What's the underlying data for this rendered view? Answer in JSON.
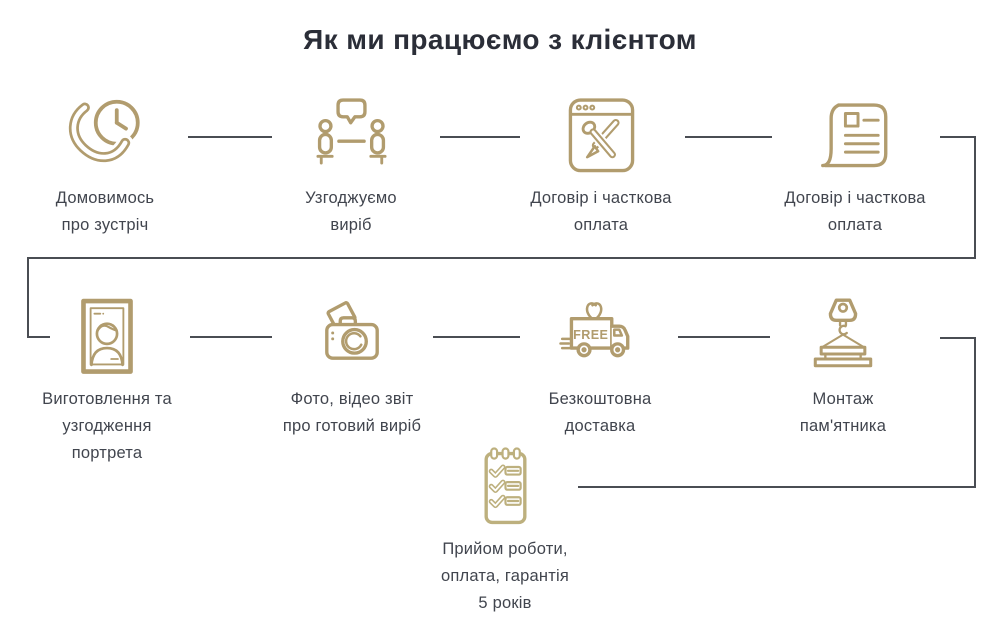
{
  "title": "Як ми працюємо з клієнтом",
  "colors": {
    "gold": "#b19c6e",
    "gold_light": "#bdb07e",
    "line": "#4a4d53",
    "text": "#41454e",
    "title": "#2b2e38"
  },
  "steps": [
    {
      "label": "Домовимось про зустріч",
      "icon": "phone-clock-icon"
    },
    {
      "label": "Узгоджуємо виріб",
      "icon": "meeting-icon"
    },
    {
      "label": "Договір і часткова оплата",
      "icon": "design-browser-icon"
    },
    {
      "label": "Договір і часткова оплата",
      "icon": "newspaper-icon"
    },
    {
      "label": "Виготовлення та узгодження портрета",
      "icon": "portrait-icon"
    },
    {
      "label": "Фото, відео звіт про готовий виріб",
      "icon": "camera-icon"
    },
    {
      "label": "Безкоштовна доставка",
      "icon": "free-delivery-truck-icon",
      "icon_text": "FREE"
    },
    {
      "label": "Монтаж пам'ятника",
      "icon": "crane-icon"
    },
    {
      "label": "Прийом роботи, оплата, гарантія 5 років",
      "icon": "checklist-icon"
    }
  ]
}
